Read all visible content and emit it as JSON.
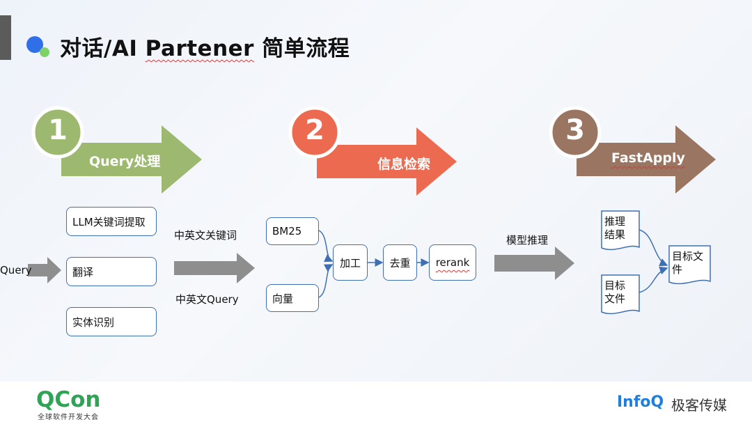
{
  "title": {
    "main": "对话/AI ",
    "underlined": "Partener",
    "suffix": " 简单流程"
  },
  "steps": [
    {
      "number": "1",
      "label": "Query处理",
      "color": "#9cb96f"
    },
    {
      "number": "2",
      "label": "信息检索",
      "color": "#ec6a4f"
    },
    {
      "number": "3",
      "label": "FastApply",
      "color": "#9a7561"
    }
  ],
  "stage1": {
    "input_label": "Query",
    "boxes": [
      "LLM关键词提取",
      "翻译",
      "实体识别"
    ],
    "output_top": "中英文关键词",
    "output_bottom": "中英文Query"
  },
  "stage2": {
    "sources": [
      "BM25",
      "向量"
    ],
    "pipeline": [
      "加工",
      "去重",
      "rerank"
    ]
  },
  "stage3": {
    "arrow_label": "模型推理",
    "inputs": [
      "推理结果",
      "目标文件"
    ],
    "output": "目标文件"
  },
  "footer": {
    "qcon": "QCon",
    "qcon_sub": "全球软件开发大会",
    "infoq": "InfoQ",
    "geek": "极客传媒"
  },
  "colors": {
    "box_border": "#3f6fb3",
    "gray_arrow": "#8e8e8e",
    "connector": "#3f6fb3"
  }
}
